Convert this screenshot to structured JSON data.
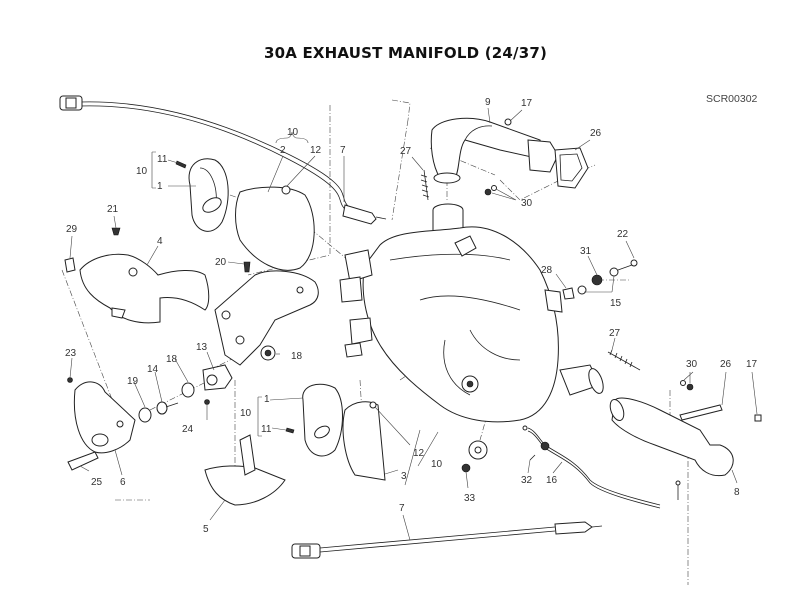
{
  "header": {
    "title": "30A EXHAUST MANIFOLD (24/37)",
    "drawing_code": "SCR00302"
  },
  "callouts": {
    "c10_top": "10",
    "c2": "2",
    "c12_top": "12",
    "c7_top": "7",
    "c11_a": "11",
    "c10_a": "10",
    "c1_a": "1",
    "c9": "9",
    "c17_top": "17",
    "c26_top": "26",
    "c27_top": "27",
    "c30_top": "30",
    "c29": "29",
    "c21": "21",
    "c4": "4",
    "c20": "20",
    "c22": "22",
    "c31": "31",
    "c28": "28",
    "c15": "15",
    "c27_mid": "27",
    "c23": "23",
    "c13": "13",
    "c18_a": "18",
    "c18_b": "18",
    "c19": "19",
    "c14": "14",
    "c24": "24",
    "c25": "25",
    "c6": "6",
    "c1_b": "1",
    "c10_b": "10",
    "c11_b": "11",
    "c12_b": "12",
    "c3": "3",
    "c10_c": "10",
    "c5": "5",
    "c33": "33",
    "c32": "32",
    "c16": "16",
    "c30_right": "30",
    "c26_right": "26",
    "c17_right": "17",
    "c8": "8",
    "c7_bottom": "7"
  }
}
